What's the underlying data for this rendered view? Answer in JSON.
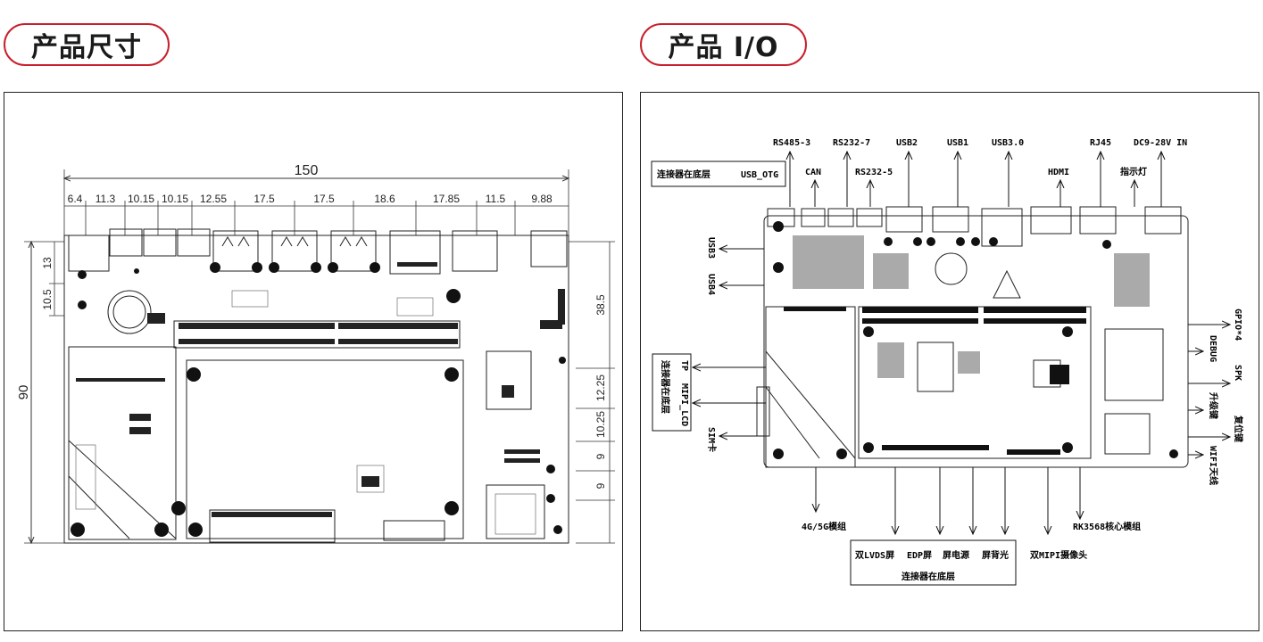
{
  "headers": {
    "dimensions_title": "产品尺寸",
    "io_title": "产品 I/O"
  },
  "dimensions": {
    "total_width": "150",
    "segments": [
      "6.4",
      "11.3",
      "10.15",
      "10.15",
      "12.55",
      "17.5",
      "17.5",
      "18.6",
      "17.85",
      "11.5",
      "9.88"
    ],
    "left_heights": [
      "13",
      "10.5"
    ],
    "total_height": "90",
    "right_heights": [
      "38.5",
      "12.25",
      "10.25",
      "9",
      "9"
    ]
  },
  "io_labels": {
    "rs485_3": "RS485-3",
    "rs232_7": "RS232-7",
    "usb2": "USB2",
    "usb1": "USB1",
    "usb30": "USB3.0",
    "rj45": "RJ45",
    "dc_in": "DC9-28V IN",
    "bottom_conn_top": "连接器在底层",
    "usb_otg": "USB_OTG",
    "can": "CAN",
    "rs232_5": "RS232-5",
    "hdmi": "HDMI",
    "indicator": "指示灯",
    "usb3": "USB3",
    "usb4": "USB4",
    "tp": "TP",
    "mipi_lcd": "MIPI_LCD",
    "bottom_conn_left": "连接器在底层",
    "sim": "SIM卡",
    "gpio": "GPIO*4",
    "debug": "DEBUG",
    "spk": "SPK",
    "upgrade_key": "升级键",
    "reset_key": "复位键",
    "wifi_ant": "WIFI天线",
    "module_4g5g": "4G/5G模组",
    "rk_core": "RK3568核心模组",
    "dual_lvds": "双LVDS屏",
    "edp": "EDP屏",
    "screen_power": "屏电源",
    "backlight": "屏背光",
    "bottom_conn_bottom": "连接器在底层",
    "dual_mipi_cam": "双MIPI摄像头"
  }
}
